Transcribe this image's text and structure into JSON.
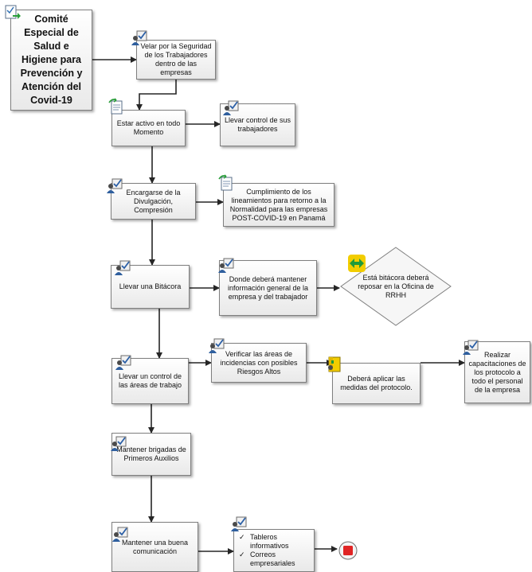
{
  "nodes": {
    "committee": "Comité Especial de Salud e Higiene para Prevención y Atención del Covid-19",
    "velar": "Velar por la Seguridad de los Trabajadores dentro de las empresas",
    "activo": "Estar activo en todo Momento",
    "control_trabajadores": "Llevar control de sus trabajadores",
    "divulgacion": "Encargarse de la Divulgación, Compresión",
    "cumplimiento": "Cumplimiento de los lineamientos para retorno a la Normalidad para las empresas POST-COVID-19 en Panamá",
    "bitacora": "Llevar una Bitácora",
    "mantener_info": "Donde deberá mantener información general de la empresa y del trabajador",
    "reposar": "Está bitácora deberá reposar en la Oficina de RRHH",
    "control_areas": "Llevar un control de las áreas de trabajo",
    "verificar": "Verificar las áreas de incidencias con posibles Riesgos Altos",
    "aplicar": "Deberá aplicar las medidas del protocolo.",
    "capacitaciones": "Realizar capacitaciones de los protocolo a todo el personal de la empresa",
    "brigadas": "Mantener brigadas de Primeros Auxilios",
    "comunicacion": "Mantener una buena comunicación",
    "tableros": "Tableros informativos",
    "correos": "Correos empresariales"
  },
  "icons": {
    "task": "task-checklist-icon",
    "document": "document-arrow-icon",
    "exchange": "exchange-arrows-icon",
    "folder": "folder-icon",
    "start": "start-document-icon",
    "end": "stop-icon"
  },
  "colors": {
    "connector": "#262626",
    "box_border": "#7f7f7f",
    "end_red": "#e02424",
    "exchange_yellow": "#f2cd00",
    "exchange_green": "#1f9a3a"
  }
}
